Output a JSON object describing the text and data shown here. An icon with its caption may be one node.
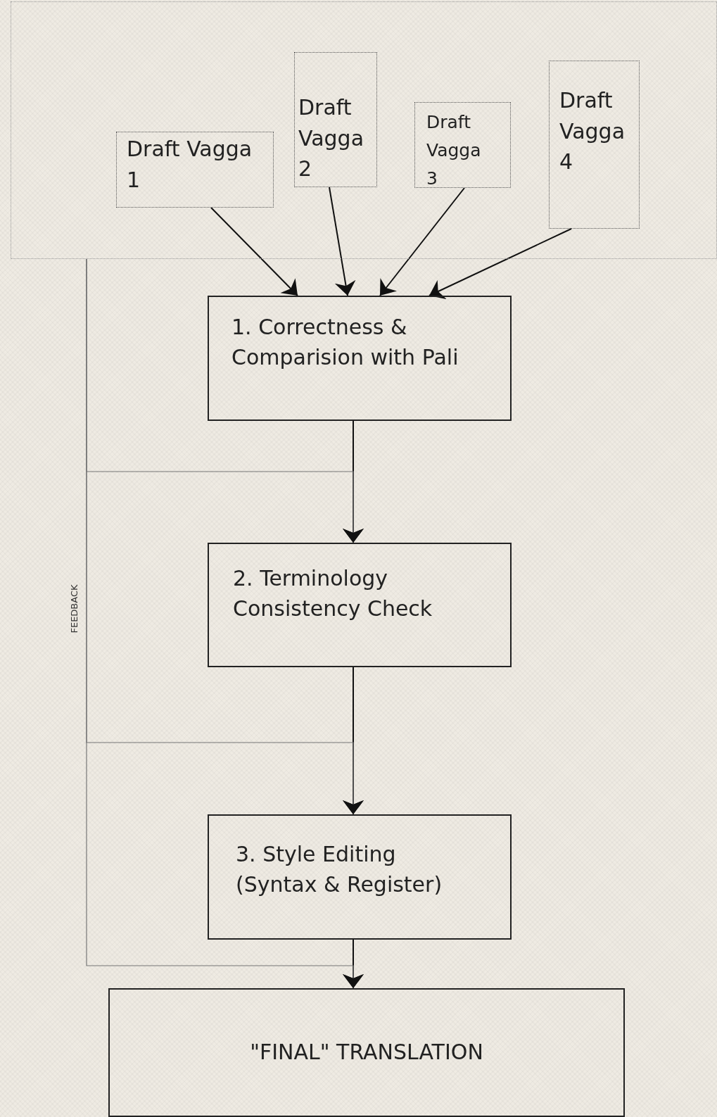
{
  "diagram": {
    "nodes": [
      {
        "text": [],
        "shape": "box"
      },
      {
        "text": [
          "Draft Vagga 1"
        ],
        "in": 0
      },
      {
        "text": [
          "Draft Vagga 2"
        ],
        "in": 0
      },
      {
        "text": [
          "Draft Vagga 3"
        ],
        "in": 0
      },
      {
        "text": [
          "Draft Vagga 4"
        ],
        "in": 0
      },
      {
        "text": [
          "1. Correctness & Comparision with Pali"
        ]
      },
      {
        "text": [
          "2. Terminology Consistency Check"
        ]
      },
      {
        "text": [
          "3. Style Editing (Syntax & Register)"
        ]
      },
      {
        "text": [
          "\"FINAL\" TRANSLATION"
        ]
      }
    ],
    "edges": [
      {
        "from": 1,
        "to": 5,
        "arrow": "to"
      },
      {
        "from": 2,
        "to": 5,
        "arrow": "to"
      },
      {
        "from": 3,
        "to": 5,
        "arrow": "to"
      },
      {
        "from": 4,
        "to": 5,
        "arrow": "to"
      },
      {
        "from": 5,
        "to": 6,
        "arrow": "to"
      },
      {
        "from": 6,
        "to": 7,
        "arrow": "to"
      },
      {
        "from": 7,
        "to": 8,
        "arrow": "to"
      },
      {
        "from": 0,
        "to": 6,
        "arrow": "to",
        "color": "#777777"
      },
      {
        "from": 0,
        "to": 7,
        "arrow": "to",
        "color": "#777777"
      },
      {
        "from": 0,
        "to": 8,
        "arrow": "to",
        "color": "#777777"
      }
    ],
    "labels": [
      "FEEDBACK"
    ]
  }
}
